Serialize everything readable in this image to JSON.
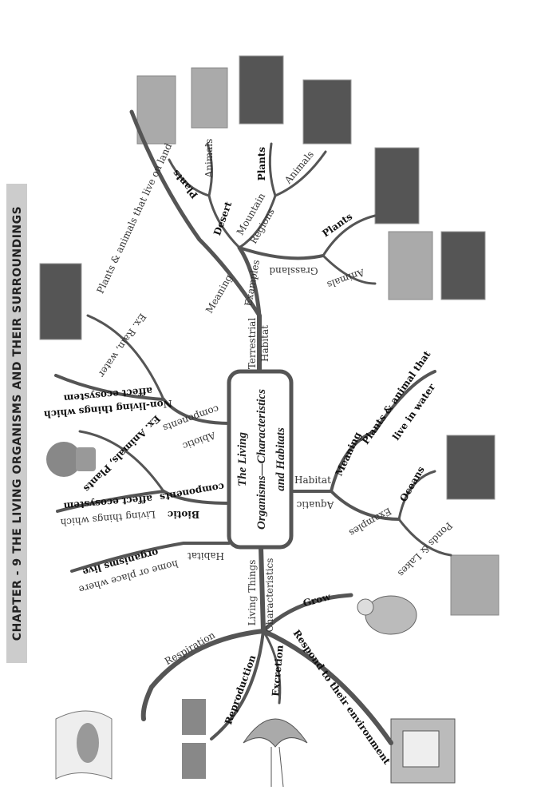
{
  "header": {
    "title": "CHAPTER - 9 THE LIVING ORGANISMS AND THEIR SURROUNDINGS"
  },
  "center": {
    "line1": "The Living",
    "line2": "Organisms—Characteristics",
    "line3": "and Habitats"
  },
  "terrestrial": {
    "stem1": "Terrestrial",
    "stem2": "Habitat",
    "meaning": "Meaning",
    "meaning_text": "Plants & animals that live on land",
    "examples": "Examples",
    "desert": "Desert",
    "desert_plants": "Plants",
    "desert_animals": "Animals",
    "mountain1": "Mountain",
    "mountain2": "Regions",
    "mountain_plants": "Plants",
    "mountain_animals": "Animals",
    "grassland": "Grassland",
    "grass_plants": "Plants",
    "grass_animals": "Animals"
  },
  "abiotic": {
    "label1": "Abiotic",
    "label2": "components",
    "desc1": "Non-living things which",
    "desc2": "affect ecosystem",
    "example": "Ex. Rain, water"
  },
  "biotic": {
    "label1": "Biotic",
    "label2": "components",
    "desc1": "Living things which",
    "desc2": "affect ecosystem",
    "example": "Ex. Animals, Plants"
  },
  "habitat": {
    "label": "Habitat",
    "desc1": "home or place where",
    "desc2": "organisms live"
  },
  "aquatic": {
    "label1": "Aquatic",
    "label2": "Habitat",
    "meaning": "Meaning",
    "meaning1": "Plants & animal that",
    "meaning2": "live in water",
    "examples": "Examples",
    "oceans": "Oceans",
    "ponds": "Ponds & Lakes"
  },
  "characteristics": {
    "stem1": "Living Things",
    "stem2": "Characteristics",
    "respiration": "Respiration",
    "reproduction": "Reproduction",
    "excretion": "Excretion",
    "respond": "Respond to their environment",
    "grow": "Grow"
  }
}
